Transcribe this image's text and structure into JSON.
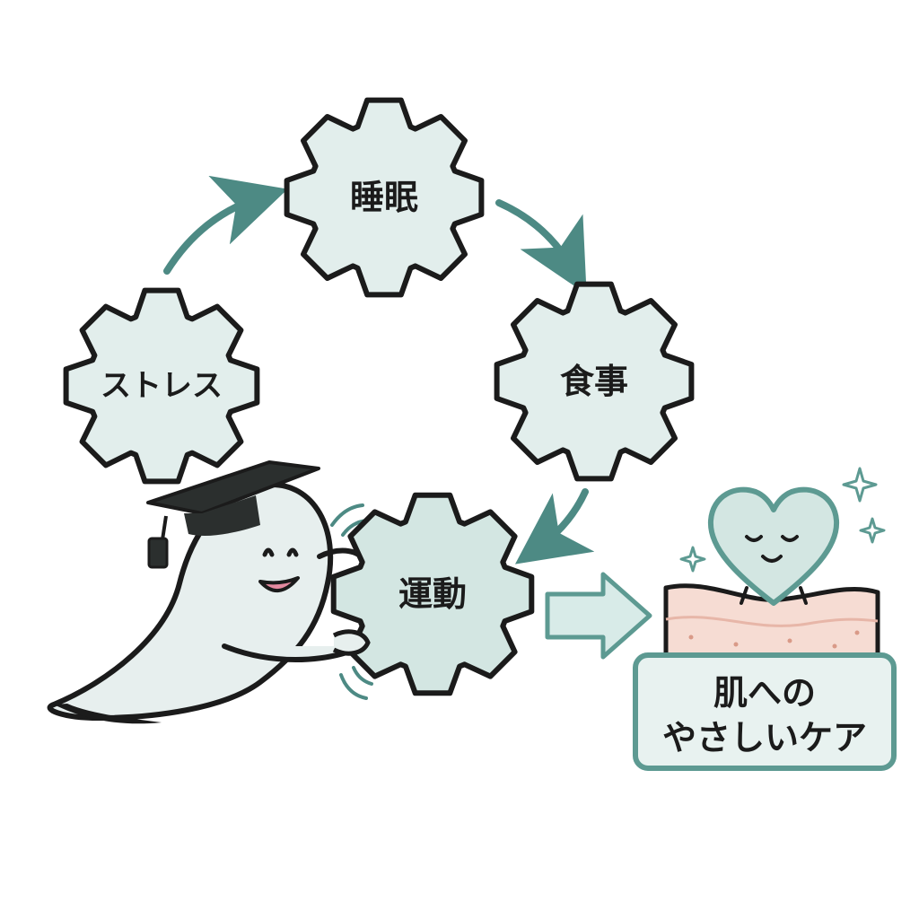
{
  "gears": [
    {
      "id": "sleep",
      "label": "睡眠"
    },
    {
      "id": "meal",
      "label": "食事"
    },
    {
      "id": "exercise",
      "label": "運動"
    },
    {
      "id": "stress",
      "label": "ストレス"
    }
  ],
  "result_card": {
    "line1": "肌への",
    "line2": "やさしいケア"
  },
  "colors": {
    "gear_fill": "#e2eeec",
    "gear_fill_active": "#d3e6e2",
    "outline": "#1b1b1b",
    "arrow": "#4d8a84",
    "accent_teal": "#5d9a92",
    "skin": "#f6dcd3",
    "mortarboard": "#2b2f2e"
  },
  "icons": {
    "character": "ghost-graduate-icon",
    "heart": "smiling-heart-icon",
    "sparkle": "sparkle-icon"
  }
}
